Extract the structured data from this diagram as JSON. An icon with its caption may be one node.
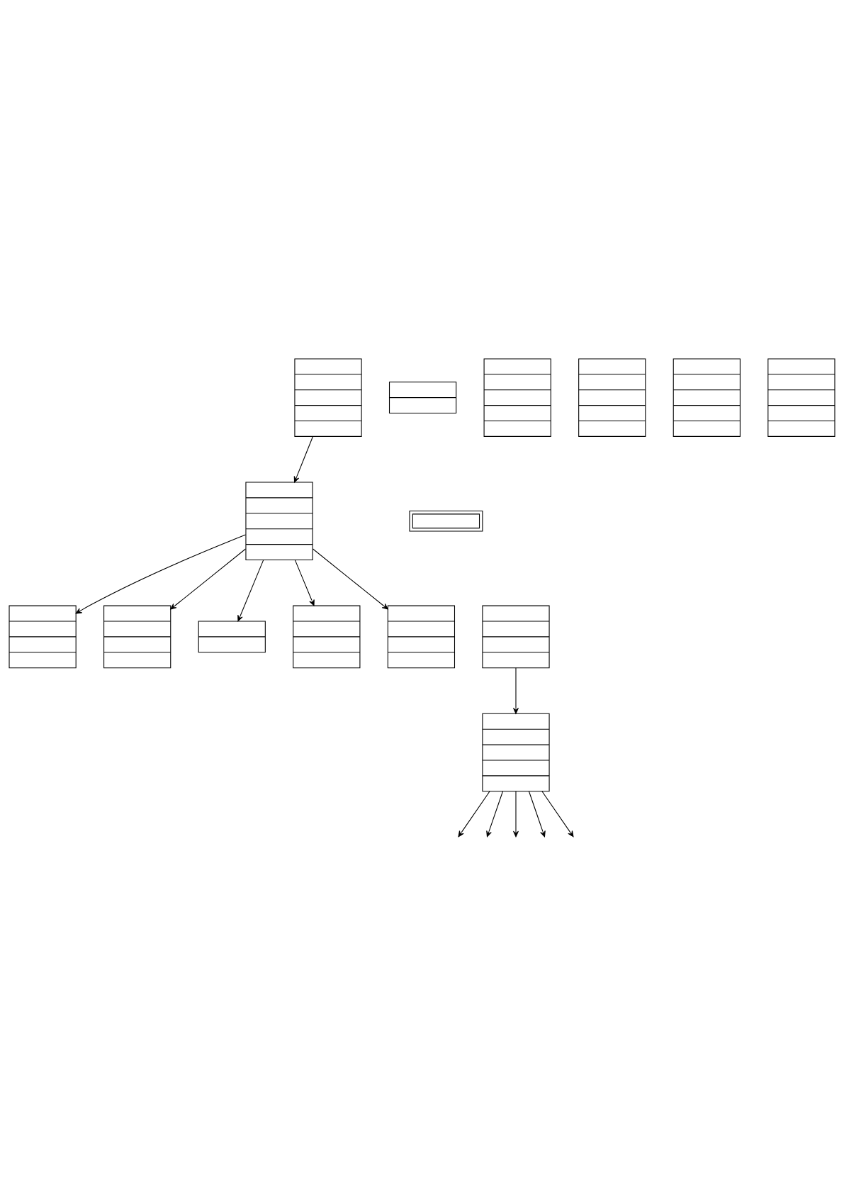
{
  "diagram": {
    "nodes": [
      {
        "text": [],
        "shape": "box"
      },
      {
        "text": [],
        "shape": "box"
      },
      {
        "text": [],
        "shape": "box"
      },
      {
        "text": [],
        "shape": "box"
      },
      {
        "text": [],
        "shape": "box"
      },
      {
        "text": [],
        "shape": "box"
      },
      {
        "text": [],
        "shape": "box"
      },
      {
        "text": [],
        "shape": "box"
      },
      {
        "text": [],
        "shape": "box"
      },
      {
        "text": [],
        "shape": "box"
      },
      {
        "text": [],
        "shape": "box"
      },
      {
        "text": [],
        "shape": "box"
      },
      {
        "text": [],
        "shape": "box"
      },
      {
        "text": [],
        "shape": "box"
      },
      {
        "text": [],
        "shape": "box"
      }
    ],
    "edges": [
      {
        "from": 0,
        "to": 1,
        "arrow": "to"
      },
      {
        "from": 0,
        "to": 2,
        "arrow": "to"
      },
      {
        "from": 0,
        "to": 3,
        "arrow": "to"
      },
      {
        "from": 0,
        "to": 4,
        "arrow": "to"
      },
      {
        "from": 0,
        "to": 5,
        "arrow": "to"
      },
      {
        "from": 6,
        "to": 0,
        "arrow": "to"
      },
      {
        "from": 8,
        "to": 14,
        "arrow": "to"
      },
      {
        "from": 14,
        "to": null,
        "arrow": "to"
      },
      {
        "from": 14,
        "to": null,
        "arrow": "to"
      },
      {
        "from": 14,
        "to": null,
        "arrow": "to"
      },
      {
        "from": 14,
        "to": null,
        "arrow": "to"
      },
      {
        "from": 14,
        "to": null,
        "arrow": "to"
      }
    ]
  }
}
